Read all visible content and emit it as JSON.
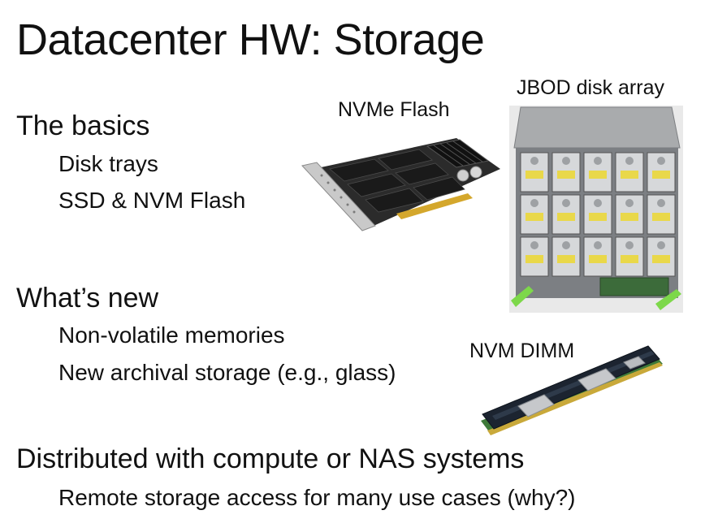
{
  "slide": {
    "title": "Datacenter HW: Storage",
    "sections": [
      {
        "heading": "The basics",
        "items": [
          "Disk trays",
          "SSD & NVM Flash"
        ]
      },
      {
        "heading": "What’s new",
        "items": [
          "Non-volatile memories",
          "New archival storage (e.g., glass)"
        ]
      },
      {
        "heading": "Distributed with compute or NAS systems",
        "items": [
          "Remote storage access for many use cases (why?)"
        ]
      }
    ]
  },
  "images": {
    "nvme": {
      "caption": "NVMe Flash",
      "icon": "nvme-flash-card-image"
    },
    "jbod": {
      "caption": "JBOD disk array",
      "icon": "jbod-disk-array-image"
    },
    "dimm": {
      "caption": "NVM DIMM",
      "icon": "nvm-dimm-module-image"
    }
  },
  "colors": {
    "text": "#111111",
    "background": "#ffffff",
    "accent_green": "#7dd84a"
  }
}
